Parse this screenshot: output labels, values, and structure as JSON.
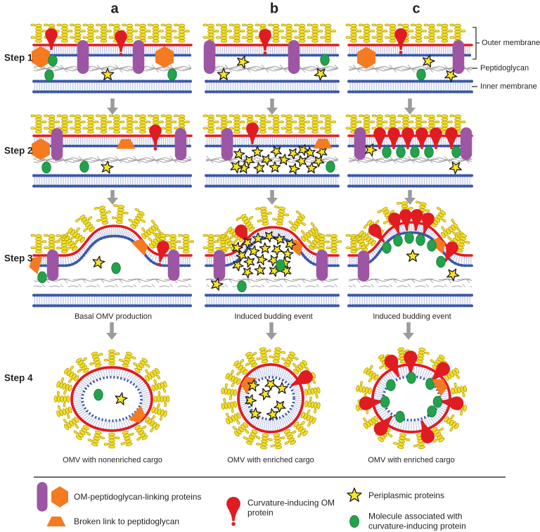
{
  "figure": {
    "columns": [
      {
        "id": "a",
        "label": "a"
      },
      {
        "id": "b",
        "label": "b"
      },
      {
        "id": "c",
        "label": "c"
      }
    ],
    "steps": [
      {
        "label": "Step 1"
      },
      {
        "label": "Step 2"
      },
      {
        "label": "Step 3"
      },
      {
        "label": "Step 4"
      }
    ],
    "membrane_labels": {
      "outer": "Outer membrane",
      "peptidoglycan": "Peptidoglycan",
      "inner": "Inner membrane"
    },
    "step3_captions": [
      "Basal OMV production",
      "Induced budding event",
      "Induced budding event"
    ],
    "step4_captions": [
      "OMV with nonenriched cargo",
      "OMV with enriched cargo",
      "OMV with enriched cargo"
    ],
    "legend": [
      {
        "icon": "purple-pill-and-orange-hexagon",
        "label": "OM-peptidoglycan-linking proteins"
      },
      {
        "icon": "orange-trapezoid",
        "label": "Broken link to peptidoglycan"
      },
      {
        "icon": "red-teardrop",
        "label": "Curvature-inducing OM protein"
      },
      {
        "icon": "yellow-star",
        "label": "Periplasmic proteins"
      },
      {
        "icon": "green-dot",
        "label": "Molecule associated with curvature-inducing protein"
      }
    ]
  },
  "colors": {
    "red": "#e11b22",
    "purple": "#9c56a4",
    "orange": "#f47b20",
    "green": "#23a14b",
    "star_yellow": "#f8e424",
    "lps_yellow": "#f2e12e",
    "lps_outline": "#b89c00",
    "membrane_blue": "#3b57a8",
    "tail_blue": "#b9c3e1",
    "mesh_gray": "#8a8a8a",
    "arrow_gray": "#9b9b9b",
    "text": "#231f20"
  }
}
